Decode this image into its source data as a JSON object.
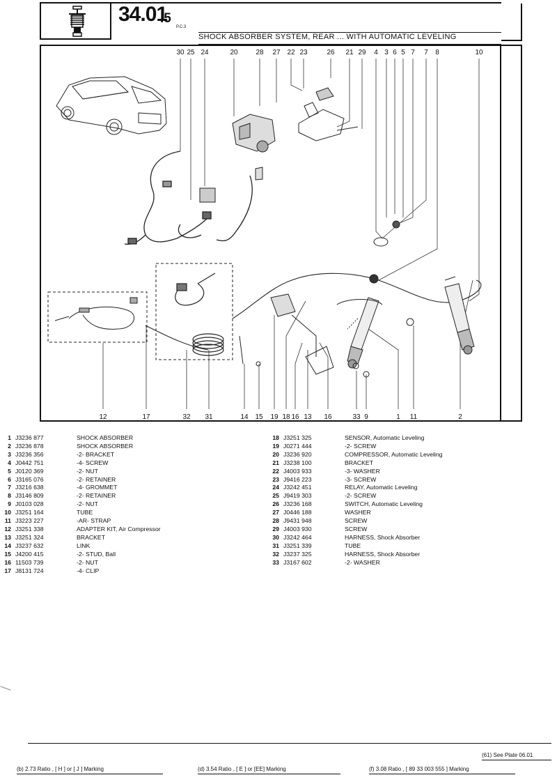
{
  "header": {
    "plate_code": "34.01",
    "plate_suffix": ".5",
    "plate_small": "P.C.3",
    "title": "SHOCK ABSORBER SYSTEM, REAR ... WITH AUTOMATIC LEVELING"
  },
  "callouts": {
    "top": [
      "30",
      "25",
      "24",
      "20",
      "28",
      "27",
      "22",
      "23",
      "26",
      "21",
      "29",
      "4",
      "3",
      "6",
      "5",
      "7",
      "7",
      "8",
      "10"
    ],
    "bottom": [
      "12",
      "17",
      "32",
      "31",
      "14",
      "15",
      "19",
      "18",
      "16",
      "13",
      "16",
      "33",
      "9",
      "1",
      "11",
      "2"
    ]
  },
  "parts_left": [
    {
      "num": "1",
      "pn": "J3236 877",
      "desc": "SHOCK ABSORBER"
    },
    {
      "num": "2",
      "pn": "J3236 878",
      "desc": "SHOCK ABSORBER"
    },
    {
      "num": "3",
      "pn": "J3236 356",
      "desc": "-2- BRACKET"
    },
    {
      "num": "4",
      "pn": "J0442 751",
      "desc": "-4- SCREW"
    },
    {
      "num": "5",
      "pn": "J0120 369",
      "desc": "-2- NUT"
    },
    {
      "num": "6",
      "pn": "J3165 076",
      "desc": "-2- RETAINER"
    },
    {
      "num": "7",
      "pn": "J3216 638",
      "desc": "-4- GROMMET"
    },
    {
      "num": "8",
      "pn": "J3146 809",
      "desc": "-2- RETAINER"
    },
    {
      "num": "9",
      "pn": "J0103 028",
      "desc": "-2- NUT"
    },
    {
      "num": "10",
      "pn": "J3251 164",
      "desc": "TUBE"
    },
    {
      "num": "11",
      "pn": "J3223 227",
      "desc": "-AR- STRAP"
    },
    {
      "num": "12",
      "pn": "J3251 338",
      "desc": "ADAPTER KIT, Air Compressor"
    },
    {
      "num": "13",
      "pn": "J3251 324",
      "desc": "BRACKET"
    },
    {
      "num": "14",
      "pn": "J3237 632",
      "desc": "LINK"
    },
    {
      "num": "15",
      "pn": "J4200 415",
      "desc": "-2- STUD, Ball"
    },
    {
      "num": "16",
      "pn": "11503 739",
      "desc": "-2- NUT"
    },
    {
      "num": "17",
      "pn": "J8131 724",
      "desc": "-4- CLIP"
    }
  ],
  "parts_right": [
    {
      "num": "18",
      "pn": "J3251 325",
      "desc": "SENSOR, Automatic Leveling"
    },
    {
      "num": "19",
      "pn": "J0271 444",
      "desc": "-2- SCREW"
    },
    {
      "num": "20",
      "pn": "J3236 920",
      "desc": "COMPRESSOR, Automatic Leveling"
    },
    {
      "num": "21",
      "pn": "J3238 100",
      "desc": "BRACKET"
    },
    {
      "num": "22",
      "pn": "J4003 933",
      "desc": "-3- WASHER"
    },
    {
      "num": "23",
      "pn": "J9416 223",
      "desc": "-3- SCREW"
    },
    {
      "num": "24",
      "pn": "J3242 451",
      "desc": "RELAY, Automatic Leveling"
    },
    {
      "num": "25",
      "pn": "J9419 303",
      "desc": "-2- SCREW"
    },
    {
      "num": "26",
      "pn": "J3236 168",
      "desc": "SWITCH, Automatic Leveling"
    },
    {
      "num": "27",
      "pn": "J0446 188",
      "desc": "WASHER"
    },
    {
      "num": "28",
      "pn": "J9431 948",
      "desc": "SCREW"
    },
    {
      "num": "29",
      "pn": "J4003 930",
      "desc": "SCREW"
    },
    {
      "num": "30",
      "pn": "J3242 464",
      "desc": "HARNESS, Shock Absorber"
    },
    {
      "num": "31",
      "pn": "J3251 339",
      "desc": "TUBE"
    },
    {
      "num": "32",
      "pn": "J3237 325",
      "desc": "HARNESS, Shock Absorber"
    },
    {
      "num": "33",
      "pn": "J3167 602",
      "desc": "-2- WASHER"
    }
  ],
  "footer": {
    "see_plate": "(61) See Plate 06.01",
    "note_b": "(b) 2.73 Ratio , [ H ] or [ J ] Marking",
    "note_d": "(d) 3.54 Ratio , [ E ] or [EE] Marking",
    "note_f": "(f)  3.08 Ratio , [  89 33 003 555  ] Marking"
  }
}
